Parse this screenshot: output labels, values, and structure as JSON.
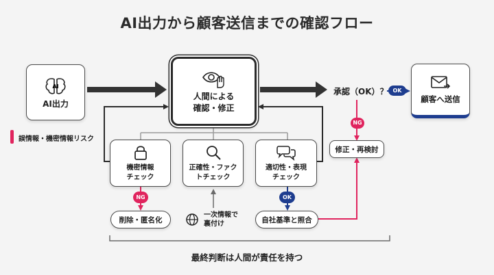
{
  "title": "AI出力から顧客送信までの確認フロー",
  "nodes": {
    "ai_output": "AI出力",
    "ai_chip": "AI",
    "risk_tag": "誤情報・機密情報リスク",
    "human_review": [
      "人間による",
      "確認・修正"
    ],
    "approval": "承認（OK）？",
    "send": "顧客へ送信",
    "revise": "修正・再検討",
    "check_confidential": [
      "機密情報",
      "チェック"
    ],
    "check_accuracy": [
      "正確性・ファク",
      "トチェック"
    ],
    "check_appropriate": [
      "適切性・表現",
      "チェック"
    ],
    "redact": "削除・匿名化",
    "primary_source": [
      "一次情報で",
      "裏付け"
    ],
    "company_standards": "自社基準と照合",
    "final_judgment": "最終判断は人間が責任を持つ"
  },
  "badges": {
    "ok": "OK",
    "ng": "NG"
  },
  "colors": {
    "accent_red": "#e0245e",
    "accent_navy": "#1e3d8f",
    "line_dark": "#2b2b2b",
    "line_gray": "#9a9a9a"
  },
  "icons": {
    "ai_output": "brain-icon",
    "human_review": "eye-hand-icon",
    "send": "email-icon",
    "confidential": "lock-icon",
    "accuracy": "magnifier-icon",
    "appropriate": "speech-bubbles-icon",
    "primary_source": "globe-icon"
  }
}
